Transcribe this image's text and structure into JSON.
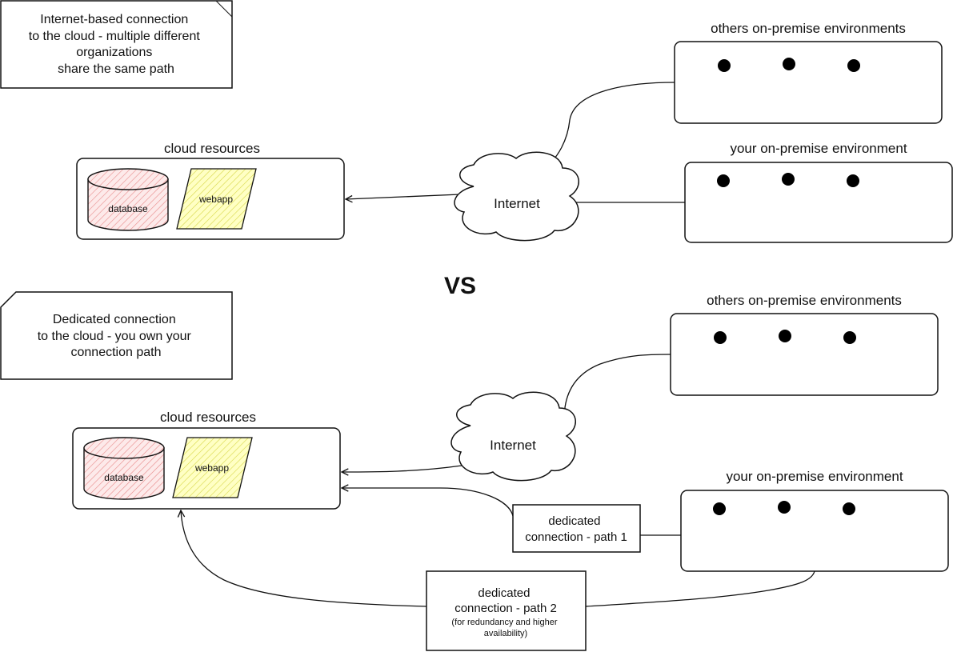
{
  "top": {
    "note": [
      "Internet-based connection",
      "to the cloud - multiple different",
      "organizations",
      "share the same path"
    ],
    "cloud_resources_title": "cloud resources",
    "database_label": "database",
    "webapp_label": "webapp",
    "internet_label": "Internet",
    "others_title": "others on-premise environments",
    "yours_title": "your on-premise environment"
  },
  "divider": {
    "vs_label": "VS"
  },
  "bottom": {
    "note": [
      "Dedicated connection",
      "to the cloud - you own your",
      "connection path"
    ],
    "cloud_resources_title": "cloud resources",
    "database_label": "database",
    "webapp_label": "webapp",
    "internet_label": "Internet",
    "others_title": "others on-premise environments",
    "yours_title": "your on-premise environment",
    "path1": [
      "dedicated",
      "connection - path 1"
    ],
    "path2": [
      "dedicated",
      "connection - path 2"
    ],
    "path2_note": [
      "(for redundancy and higher",
      "availability)"
    ]
  },
  "colors": {
    "database_fill": "#f8cecc",
    "database_hatch": "#e06666",
    "webapp_fill": "#ffff88",
    "webapp_hatch": "#d6d600"
  }
}
